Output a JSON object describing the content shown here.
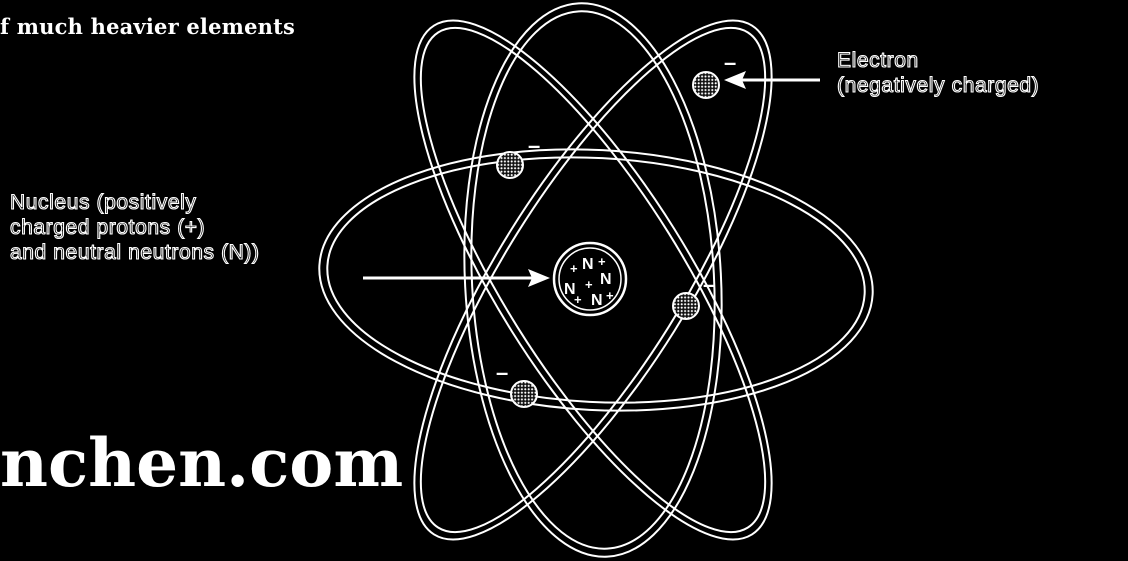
{
  "header_text": "f much heavier elements",
  "site_text": "nchen.com",
  "labels": {
    "nucleus": [
      "Nucleus (positively",
      "charged protons (+)",
      "and neutral neutrons (N))"
    ],
    "electron": [
      "Electron",
      "(negatively charged)"
    ]
  },
  "symbols": {
    "electron_charge": "–",
    "proton": "+",
    "neutron": "N"
  },
  "colors": {
    "background": "#000000",
    "line": "#ffffff"
  }
}
